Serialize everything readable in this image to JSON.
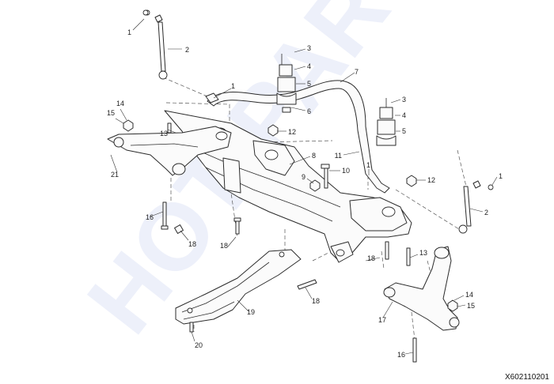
{
  "watermark": "HOT PARTS",
  "drawing_code": "X602110201",
  "callouts": [
    "1",
    "2",
    "1",
    "7",
    "3",
    "4",
    "5",
    "6",
    "3",
    "4",
    "5",
    "12",
    "13",
    "14",
    "15",
    "11",
    "8",
    "10",
    "9",
    "1",
    "12",
    "21",
    "16",
    "18",
    "18",
    "18",
    "13",
    "14",
    "15",
    "17",
    "16",
    "19",
    "20",
    "2",
    "1"
  ]
}
